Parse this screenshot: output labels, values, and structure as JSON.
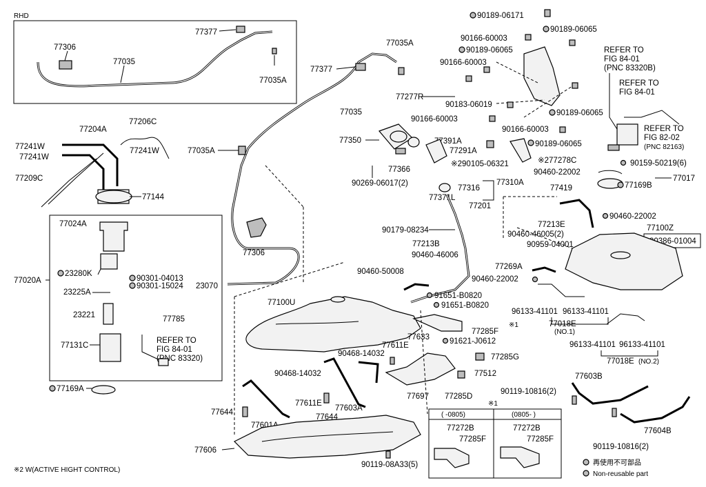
{
  "header": {
    "region": "RHD"
  },
  "footnote": "※2 W(ACTIVE HIGHT CONTROL)",
  "legend": {
    "jp": "再使用不可部品",
    "en": "Non-reusable part"
  },
  "inset": {
    "header": "※1",
    "col1": "(   -0805)",
    "col2": "(0805-   )"
  },
  "labels": {
    "p77377a": "77377",
    "p77306a": "77306",
    "p77035a": "77035",
    "p77035A_a": "77035A",
    "p77377b": "77377",
    "p77035A_b": "77035A",
    "p77035b": "77035",
    "p77035A_c": "77035A",
    "p77306b": "77306",
    "p77204A": "77204A",
    "p77206C": "77206C",
    "p77241W_a": "77241W",
    "p77241W_b": "77241W",
    "p77241W_c": "77241W",
    "p77209C": "77209C",
    "p77144": "77144",
    "p77024A": "77024A",
    "p23280K": "23280K",
    "p90301_04013": "90301-04013",
    "p77020A": "77020A",
    "p23225A": "23225A",
    "p90301_15024": "90301-15024",
    "p23070": "23070",
    "p23221": "23221",
    "p77785": "77785",
    "p77131C": "77131C",
    "refer1_a": "REFER TO",
    "refer1_b": "FIG 84-01",
    "refer1_c": "(PNC 83320)",
    "p77169A": "77169A",
    "p90189_06171": "90189-06171",
    "p90166_60003a": "90166-60003",
    "p90189_06065a": "90189-06065",
    "p90189_06065b": "90189-06065",
    "p90166_60003b": "90166-60003",
    "p77277R": "77277R",
    "p90183_06019": "90183-06019",
    "p90189_06065c": "90189-06065",
    "p90166_60003c": "90166-60003",
    "p90166_60003d": "90166-60003",
    "p77350": "77350",
    "p77391A": "77391A",
    "p77291A": "77291A",
    "p90189_06065d": "90189-06065",
    "p77366": "77366",
    "p290105": "※290105-06321",
    "p277278C": "※277278C",
    "p90269": "90269-06017(2)",
    "p77316": "77316",
    "p77310A": "77310A",
    "p77371L": "77371L",
    "p77201": "77201",
    "p90179": "90179-08234",
    "p77213B": "77213B",
    "p90460_46006": "90460-46006",
    "p90460_50008": "90460-50008",
    "p77100U": "77100U",
    "p91651_B0820a": "91651-B0820",
    "p91651_B0820b": "91651-B0820",
    "p77285F": "77285F",
    "p77285F_star": "※1",
    "p77633": "77633",
    "p91621": "91621-J0612",
    "p77611E_a": "77611E",
    "p90468_14032a": "90468-14032",
    "p77285G": "77285G",
    "p77512": "77512",
    "p90468_14032b": "90468-14032",
    "p77697": "77697",
    "p77285D": "77285D",
    "p77611E_b": "77611E",
    "p77644a": "77644",
    "p77644b": "77644",
    "p77603A": "77603A",
    "p77601A": "77601A",
    "p77606": "77606",
    "p90119_08A33": "90119-08A33(5)",
    "p77272B_a": "77272B",
    "p77285F_a": "77285F",
    "p77272B_b": "77272B",
    "p77285F_b": "77285F",
    "refer2_a": "REFER TO",
    "refer2_b": "FIG 84-01",
    "refer2_c": "(PNC 83320B)",
    "refer3_a": "REFER TO",
    "refer3_b": "FIG 84-01",
    "refer4_a": "REFER TO",
    "refer4_b": "FIG 82-02",
    "refer4_c": "(PNC 82163)",
    "p90159": "90159-50219(6)",
    "p90460_22002a": "90460-22002",
    "p77169B": "77169B",
    "p77017": "77017",
    "p77419": "77419",
    "p90460_22002b": "90460-22002",
    "p77213E": "77213E",
    "p90460_46005": "90460-46005(2)",
    "p77100Z": "77100Z",
    "p90386": "90386-01004",
    "p90959": "90959-04001",
    "p77269A": "77269A",
    "p90460_22002c": "90460-22002",
    "p96133_a": "96133-41101",
    "p96133_b": "96133-41101",
    "p77018E_a": "77018E",
    "p77018E_a2": "(NO.1)",
    "p96133_c": "96133-41101",
    "p96133_d": "96133-41101",
    "p77018E_b": "77018E",
    "p77018E_b2": "(NO.2)",
    "p77603B": "77603B",
    "p90119_10816a": "90119-10816(2)",
    "p77604B": "77604B",
    "p90119_10816b": "90119-10816(2)"
  }
}
